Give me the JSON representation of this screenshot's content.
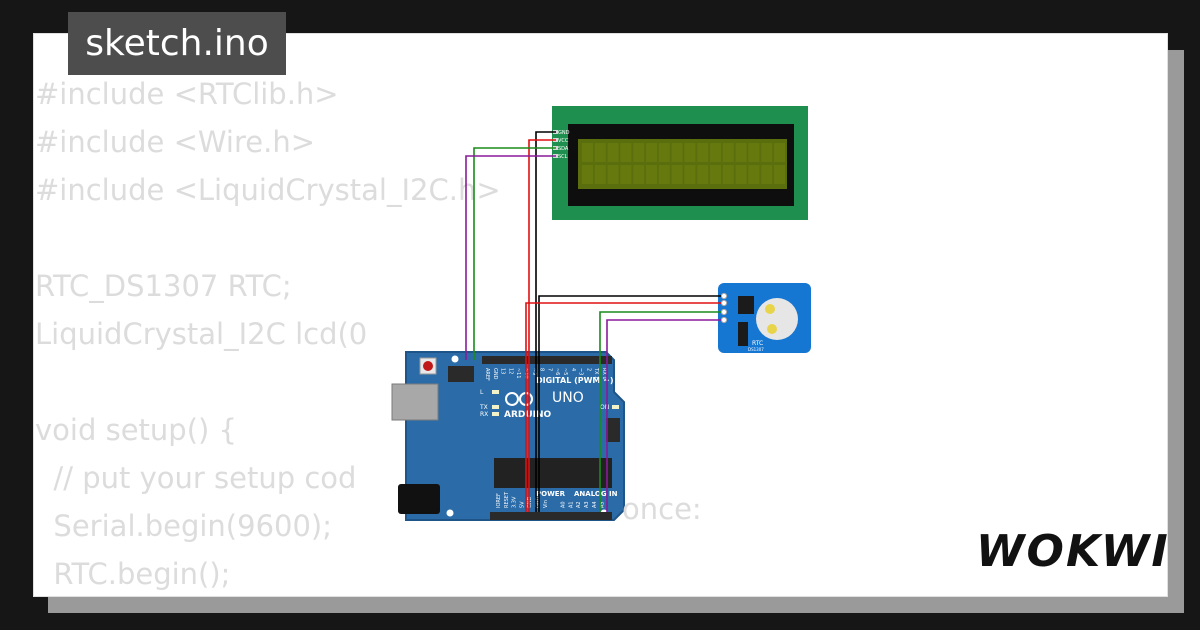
{
  "file_tab": {
    "label": "sketch.ino"
  },
  "code_lines": [
    "#include <RTClib.h>",
    "#include <Wire.h>",
    "#include <LiquidCrystal_I2C.h>",
    "",
    "RTC_DS1307 RTC;",
    "LiquidCrystal_I2C lcd(0",
    "",
    "void setup() {",
    "  // put your setup cod",
    "  Serial.begin(9600);",
    "  RTC.begin();"
  ],
  "code_trailing_fragment": "once:",
  "brand": {
    "logo_text": "WOKWI"
  },
  "lcd": {
    "pins": [
      "GND",
      "VCC",
      "SDA",
      "SCL"
    ],
    "screen_color": "#5a6e0e",
    "board_color": "#1e8f4e"
  },
  "rtc": {
    "label": "RTC",
    "chip": "DS1307",
    "board_color": "#1677d2"
  },
  "arduino": {
    "brand": "ARDUINO",
    "model": "UNO",
    "digital_header": "DIGITAL (PWM ~)",
    "power_header": "POWER",
    "analog_header": "ANALOG IN",
    "top_pins": [
      "AREF",
      "GND",
      "13",
      "12",
      "~11",
      "~10",
      "~9",
      "8",
      "7",
      "~6",
      "~5",
      "4",
      "~3",
      "2",
      "TX 1",
      "RX 0"
    ],
    "power_pins": [
      "IOREF",
      "RESET",
      "3.3V",
      "5V",
      "GND",
      "GND",
      "Vin"
    ],
    "analog_pins": [
      "A0",
      "A1",
      "A2",
      "A3",
      "A4",
      "A5"
    ],
    "leds": [
      "L",
      "TX",
      "RX",
      "ON"
    ],
    "board_color": "#2b6ca8"
  },
  "wire_colors": {
    "gnd": "#000000",
    "vcc": "#e01010",
    "sda": "#1a8c1a",
    "scl": "#8a1a9a"
  }
}
